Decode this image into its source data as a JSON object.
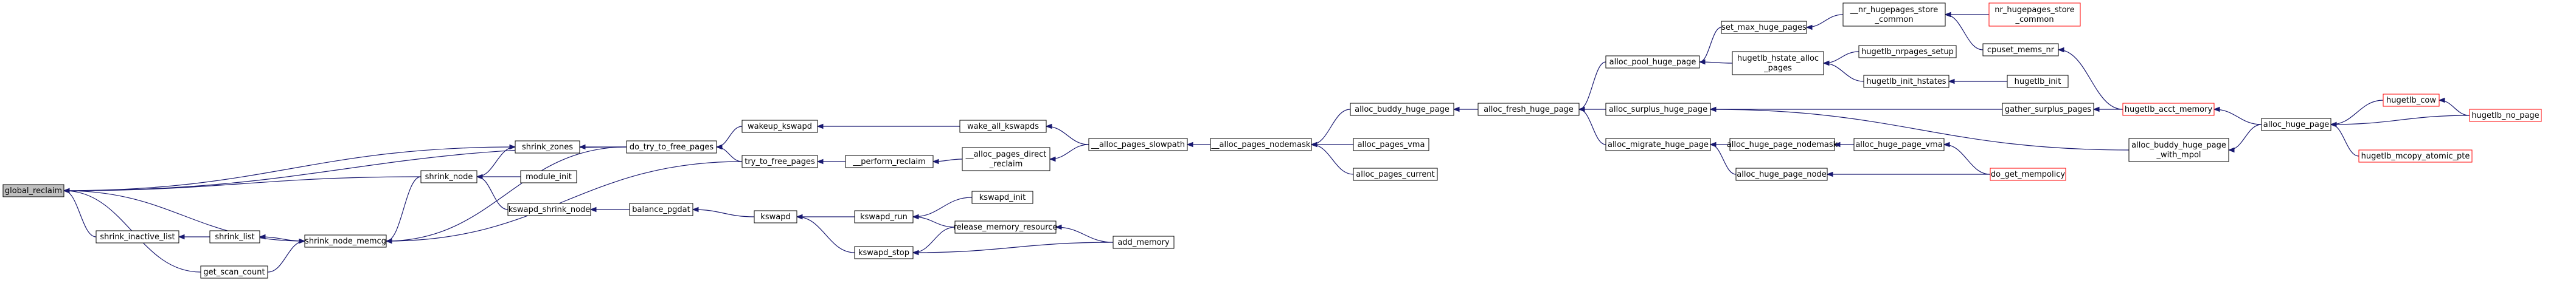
{
  "colors": {
    "edge": "#191970",
    "truncated_border": "#ff0000",
    "normal_border": "#000000",
    "root_fill": "#bfbfbf"
  },
  "nodes": {
    "global_reclaim": {
      "label": "global_reclaim"
    },
    "shrink_zones": {
      "label": "shrink_zones"
    },
    "shrink_node": {
      "label": "shrink_node"
    },
    "module_init": {
      "label": "module_init"
    },
    "kswapd_shrink_node": {
      "label": "kswapd_shrink_node"
    },
    "shrink_inactive_list": {
      "label": "shrink_inactive_list"
    },
    "shrink_list": {
      "label": "shrink_list"
    },
    "shrink_node_memcg": {
      "label": "shrink_node_memcg"
    },
    "get_scan_count": {
      "label": "get_scan_count"
    },
    "do_try_to_free_pages": {
      "label": "do_try_to_free_pages"
    },
    "wakeup_kswapd": {
      "label": "wakeup_kswapd"
    },
    "try_to_free_pages": {
      "label": "try_to_free_pages"
    },
    "balance_pgdat": {
      "label": "balance_pgdat"
    },
    "kswapd": {
      "label": "kswapd"
    },
    "kswapd_run": {
      "label": "kswapd_run"
    },
    "kswapd_stop": {
      "label": "kswapd_stop"
    },
    "kswapd_init": {
      "label": "kswapd_init"
    },
    "release_memory_resource": {
      "label": "release_memory_resource"
    },
    "add_memory": {
      "label": "add_memory"
    },
    "wake_all_kswapds": {
      "label": "wake_all_kswapds"
    },
    "perform_reclaim": {
      "label": "__perform_reclaim"
    },
    "alloc_pages_direct_reclaim": {
      "label_lines": [
        "__alloc_pages_direct",
        "_reclaim"
      ]
    },
    "alloc_pages_slowpath": {
      "label": "__alloc_pages_slowpath"
    },
    "alloc_pages_nodemask": {
      "label": "__alloc_pages_nodemask"
    },
    "alloc_buddy_huge_page": {
      "label": "alloc_buddy_huge_page"
    },
    "alloc_pages_vma": {
      "label": "alloc_pages_vma"
    },
    "alloc_pages_current": {
      "label": "alloc_pages_current"
    },
    "alloc_fresh_huge_page": {
      "label": "alloc_fresh_huge_page"
    },
    "alloc_pool_huge_page": {
      "label": "alloc_pool_huge_page"
    },
    "alloc_migrate_huge_page": {
      "label": "alloc_migrate_huge_page"
    },
    "set_max_huge_pages": {
      "label": "set_max_huge_pages"
    },
    "hugetlb_hstate_alloc_pages": {
      "label_lines": [
        "hugetlb_hstate_alloc",
        "_pages"
      ]
    },
    "hugetlb_init_hstates": {
      "label": "hugetlb_init_hstates"
    },
    "nr_hugepages_store_common": {
      "label_lines": [
        "__nr_hugepages_store",
        "_common"
      ]
    },
    "nr_hugepages_store_common_red": {
      "label_lines": [
        "nr_hugepages_store",
        "_common"
      ]
    },
    "hugetlb_nrpages_setup": {
      "label": "hugetlb_nrpages_setup"
    },
    "hugetlb_init": {
      "label": "hugetlb_init"
    },
    "cpuset_mems_nr": {
      "label": "cpuset_mems_nr"
    },
    "alloc_huge_page_nodemask": {
      "label": "alloc_huge_page_nodemask"
    },
    "alloc_huge_page_node": {
      "label": "alloc_huge_page_node"
    },
    "alloc_huge_page_vma": {
      "label": "alloc_huge_page_vma"
    },
    "do_get_mempolicy": {
      "label": "do_get_mempolicy"
    },
    "alloc_surplus_huge_page": {
      "label": "alloc_surplus_huge_page"
    },
    "gather_surplus_pages": {
      "label": "gather_surplus_pages"
    },
    "hugetlb_acct_memory": {
      "label": "hugetlb_acct_memory"
    },
    "alloc_buddy_huge_page_with_mpol": {
      "label_lines": [
        "alloc_buddy_huge_page",
        "_with_mpol"
      ]
    },
    "alloc_huge_page": {
      "label": "alloc_huge_page"
    },
    "hugetlb_cow": {
      "label": "hugetlb_cow"
    },
    "hugetlb_no_page": {
      "label": "hugetlb_no_page"
    },
    "hugetlb_mcopy_atomic_pte": {
      "label": "hugetlb_mcopy_atomic_pte"
    }
  }
}
